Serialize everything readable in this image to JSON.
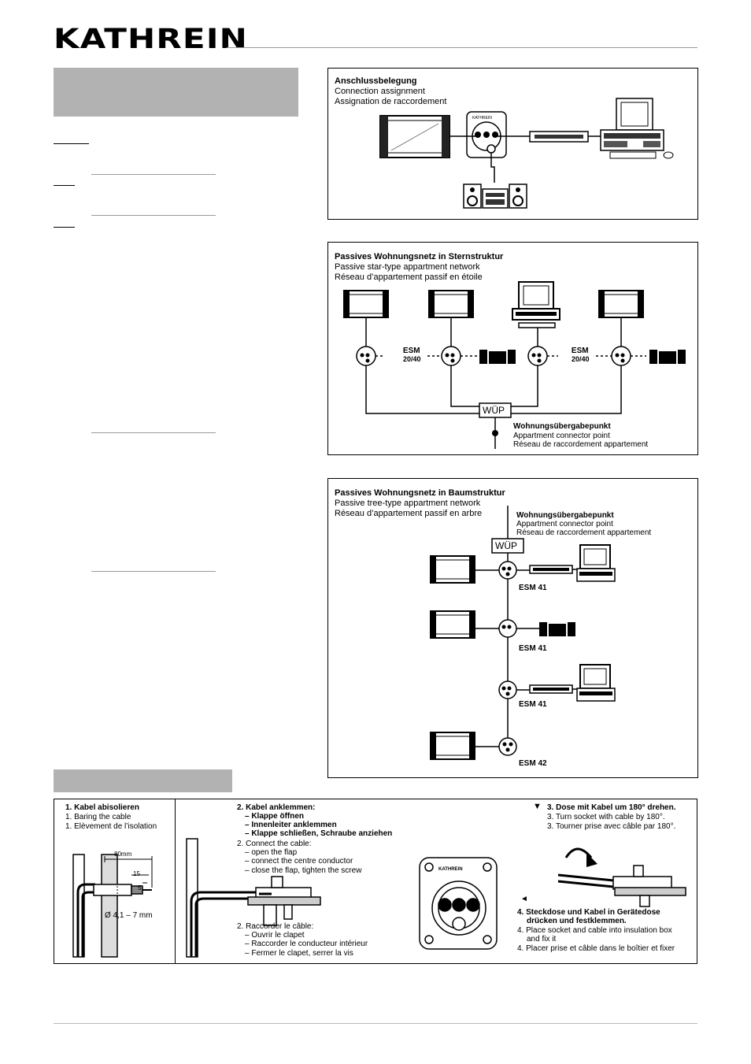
{
  "header": {
    "logo_text": "KATHREIN"
  },
  "diagram1": {
    "title": "Anschlussbelegung",
    "subtitle_en": "Connection assignment",
    "subtitle_fr": "Assignation de raccordement",
    "socket_brand": "KATHREIN"
  },
  "diagram2": {
    "title": "Passives Wohnungsnetz in Sternstruktur",
    "subtitle_en": "Passive star-type appartment network",
    "subtitle_fr": "Réseau d’appartement passif en étoile",
    "esm_left_1": "ESM",
    "esm_left_2": "20/40",
    "esm_right_1": "ESM",
    "esm_right_2": "20/40",
    "wup_label": "WÜP",
    "wup_title": "Wohnungsübergabepunkt",
    "wup_en": "Appartment connector point",
    "wup_fr": "Réseau de raccordement appartement"
  },
  "diagram3": {
    "title": "Passives Wohnungsnetz in Baumstruktur",
    "subtitle_en": "Passive tree-type appartment network",
    "subtitle_fr": "Réseau d’appartement passif en arbre",
    "wup_title": "Wohnungsübergabepunkt",
    "wup_en": "Appartment connector point",
    "wup_fr": "Réseau de raccordement appartement",
    "wup_label": "WÜP",
    "esm_labels": [
      "ESM 41",
      "ESM 41",
      "ESM 41",
      "ESM 42"
    ]
  },
  "install": {
    "step1": {
      "title": "1. Kabel abisolieren",
      "en": "1. Baring the cable",
      "fr": "1. Elèvement de l’isolation",
      "dim_80": "80mm",
      "dim_15": "15",
      "dim_5": "5",
      "diameter": "Ø 4,1 – 7 mm"
    },
    "step2": {
      "title": "2. Kabel anklemmen:",
      "de_1": "– Klappe öffnen",
      "de_2": "– Innenleiter anklemmen",
      "de_3": "– Klappe schließen, Schraube anziehen",
      "en_title": "2. Connect the cable:",
      "en_1": "– open the flap",
      "en_2": "– connect the centre conductor",
      "en_3": "– close the flap, tighten the screw",
      "fr_title": "2. Raccorder le câble:",
      "fr_1": "– Ouvrir le clapet",
      "fr_2": "– Raccorder le conducteur intérieur",
      "fr_3": "– Fermer le clapet, serrer la vis"
    },
    "step3": {
      "marker": "▼",
      "title": "3. Dose mit Kabel um 180° drehen.",
      "en": "3. Turn socket with cable by 180°.",
      "fr": "3. Tourner prise avec câble par 180°."
    },
    "step4": {
      "marker": "◄",
      "title_1": "4. Steckdose und Kabel in Gerätedose",
      "title_2": "drücken und festklemmen.",
      "en_1": "4. Place socket and cable into insulation box",
      "en_2": "and fix it",
      "fr": "4. Placer prise et câble dans le boîtier et fixer"
    },
    "socket_brand": "KATHREIN"
  }
}
